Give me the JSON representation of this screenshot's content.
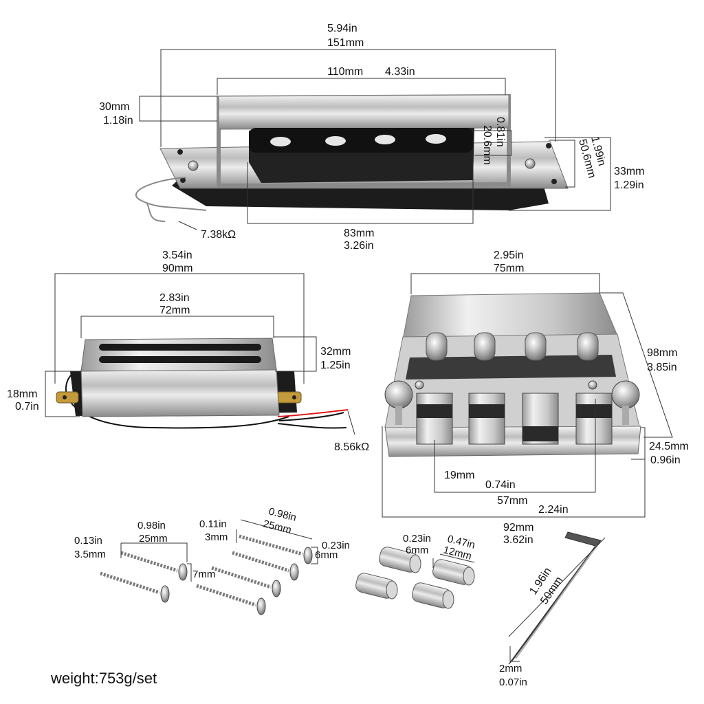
{
  "pickup_a": {
    "overall": {
      "in": "5.94in",
      "mm": "151mm"
    },
    "cover_length": {
      "mm": "110mm",
      "in": "4.33in"
    },
    "cover_height": {
      "mm": "30mm",
      "in": "1.18in"
    },
    "cover_width": {
      "in": "0.81in",
      "mm": "20.6mm"
    },
    "plate_width": {
      "in": "1.99in",
      "mm": "50.6mm"
    },
    "total_height": {
      "mm": "33mm",
      "in": "1.29in"
    },
    "bobbin_length": {
      "mm": "83mm",
      "in": "3.26in"
    },
    "resistance": "7.38kΩ"
  },
  "pickup_b": {
    "overall": {
      "in": "3.54in",
      "mm": "90mm"
    },
    "cover_length": {
      "in": "2.83in",
      "mm": "72mm"
    },
    "cover_width": {
      "mm": "32mm",
      "in": "1.25in"
    },
    "height": {
      "mm": "18mm",
      "in": "0.7in"
    },
    "resistance": "8.56kΩ"
  },
  "bridge": {
    "width_top": {
      "in": "2.95in",
      "mm": "75mm"
    },
    "length": {
      "mm": "98mm",
      "in": "3.85in"
    },
    "height": {
      "mm": "24.5mm",
      "in": "0.96in"
    },
    "saddle_width": {
      "mm": "19mm",
      "in": "0.74in"
    },
    "saddle_span": {
      "mm": "57mm",
      "in": "2.24in"
    },
    "base_width": {
      "mm": "92mm",
      "in": "3.62in"
    }
  },
  "screws_a": {
    "head": {
      "in": "0.13in",
      "mm": "3.5mm"
    },
    "length": {
      "in": "0.98in",
      "mm": "25mm"
    },
    "thread": "7mm"
  },
  "screws_b": {
    "shank": {
      "in": "0.11in",
      "mm": "3mm"
    },
    "length": {
      "in": "0.98in",
      "mm": "25mm"
    },
    "head": {
      "in": "0.23in",
      "mm": "6mm"
    }
  },
  "ferrules": {
    "diameter": {
      "in": "0.23in",
      "mm": "6mm"
    },
    "length": {
      "in": "0.47in",
      "mm": "12mm"
    }
  },
  "wrench": {
    "length": {
      "in": "1.96in",
      "mm": "50mm"
    },
    "size": {
      "mm": "2mm",
      "in": "0.07in"
    }
  },
  "weight": "weight:753g/set"
}
